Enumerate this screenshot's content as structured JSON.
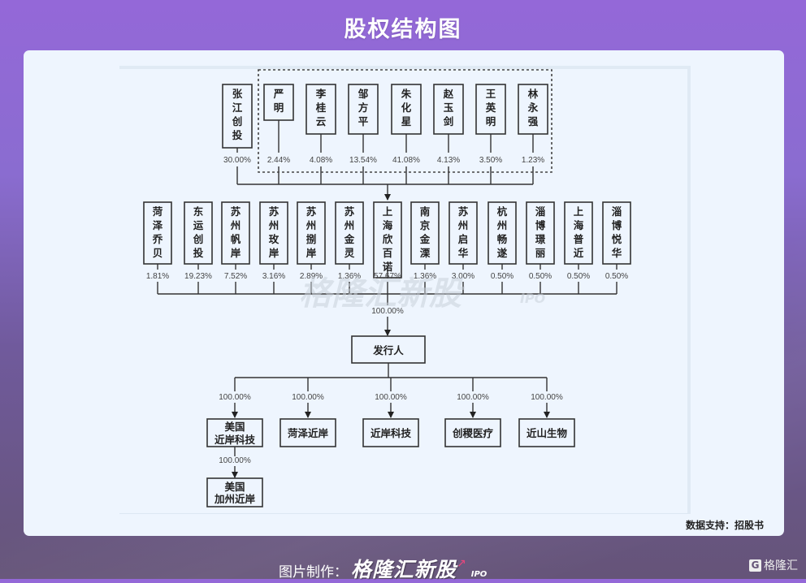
{
  "title": "股权结构图",
  "watermark": {
    "text": "格隆汇新股",
    "suffix": "IPO"
  },
  "diagram": {
    "top_row": [
      {
        "name": "张江创投",
        "pct": "30.00%"
      },
      {
        "name": "严明",
        "pct": "2.44%"
      },
      {
        "name": "李桂云",
        "pct": "4.08%"
      },
      {
        "name": "邹方平",
        "pct": "13.54%"
      },
      {
        "name": "朱化星",
        "pct": "41.08%"
      },
      {
        "name": "赵玉剑",
        "pct": "4.13%"
      },
      {
        "name": "王英明",
        "pct": "3.50%"
      },
      {
        "name": "林永强",
        "pct": "1.23%"
      }
    ],
    "second_row": [
      {
        "name": "菏泽乔贝",
        "pct": "1.81%"
      },
      {
        "name": "东运创投",
        "pct": "19.23%"
      },
      {
        "name": "苏州帆岸",
        "pct": "7.52%"
      },
      {
        "name": "苏州玫岸",
        "pct": "3.16%"
      },
      {
        "name": "苏州捌岸",
        "pct": "2.89%"
      },
      {
        "name": "苏州金灵",
        "pct": "1.36%"
      },
      {
        "name": "上海欣百诺",
        "pct": "57.67%"
      },
      {
        "name": "南京金溧",
        "pct": "1.36%"
      },
      {
        "name": "苏州启华",
        "pct": "3.00%"
      },
      {
        "name": "杭州畅遂",
        "pct": "0.50%"
      },
      {
        "name": "淄博璟丽",
        "pct": "0.50%"
      },
      {
        "name": "上海普近",
        "pct": "0.50%"
      },
      {
        "name": "淄博悦华",
        "pct": "0.50%"
      }
    ],
    "issuer": {
      "name": "发行人",
      "pct_above": "100.00%"
    },
    "subsidiaries": [
      {
        "name_lines": [
          "美国",
          "近岸科技"
        ],
        "pct": "100.00%"
      },
      {
        "name_lines": [
          "菏泽近岸"
        ],
        "pct": "100.00%"
      },
      {
        "name_lines": [
          "近岸科技"
        ],
        "pct": "100.00%"
      },
      {
        "name_lines": [
          "创稷医疗"
        ],
        "pct": "100.00%"
      },
      {
        "name_lines": [
          "近山生物"
        ],
        "pct": "100.00%"
      }
    ],
    "sub_subsidiary": {
      "name_lines": [
        "美国",
        "加州近岸"
      ],
      "pct": "100.00%"
    }
  },
  "source": "数据支持：招股书",
  "footer": {
    "credit_label": "图片制作：",
    "brand": "格隆汇新股",
    "brand_suffix": "IPO",
    "logo_letter": "G",
    "logo_text": "格隆汇"
  }
}
